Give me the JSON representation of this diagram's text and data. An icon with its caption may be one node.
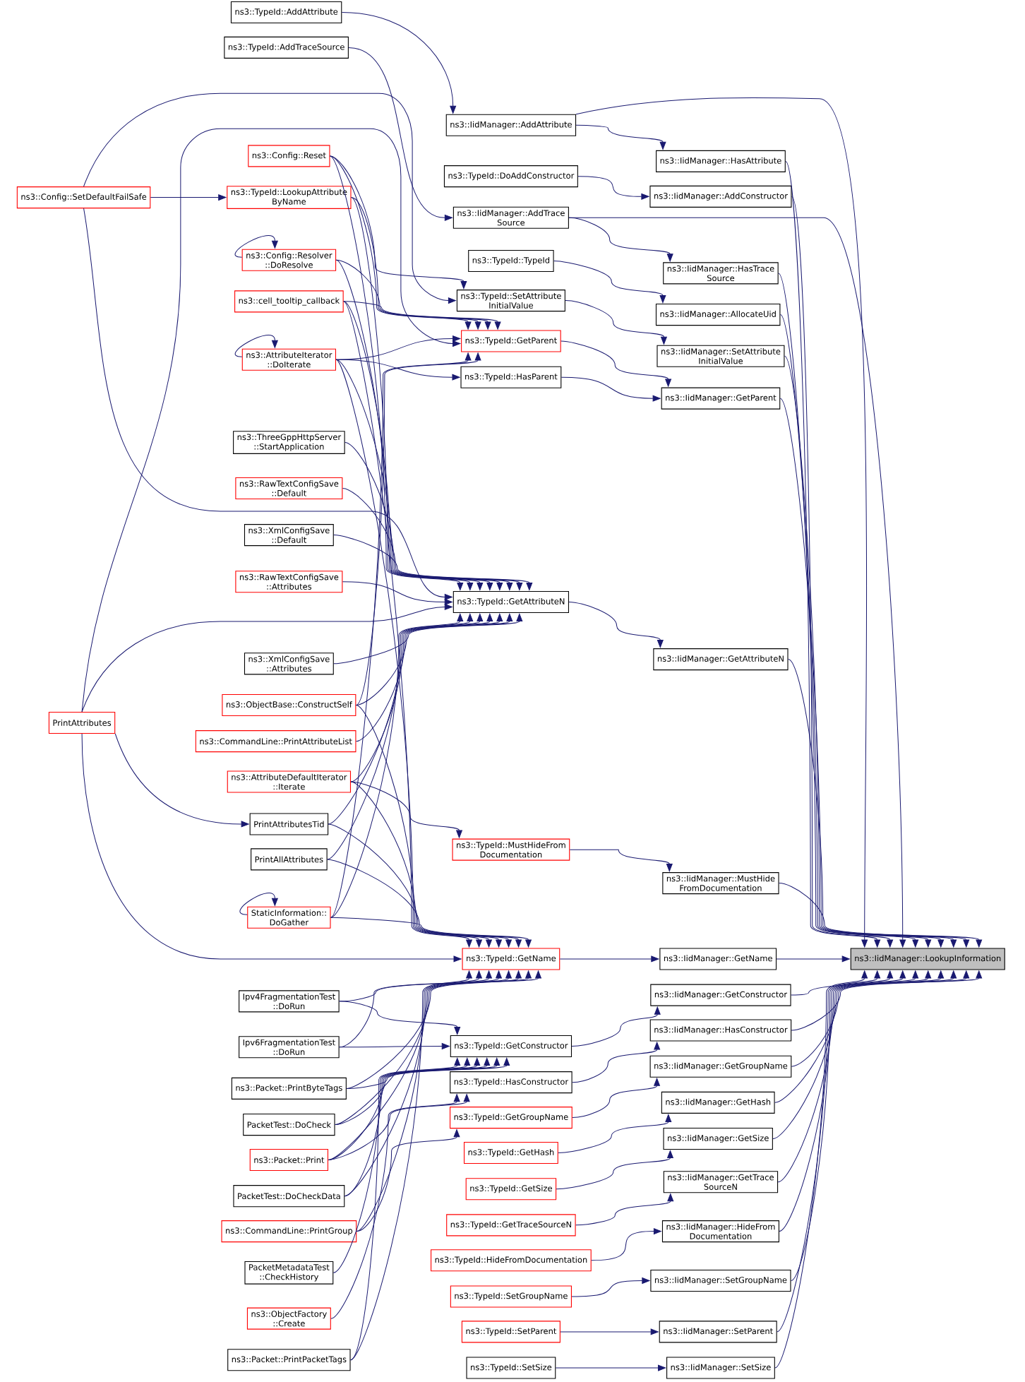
{
  "diagram": {
    "nodes": [
      {
        "text": [
          "ns3::TypeId::AddAttribute"
        ]
      },
      {
        "text": [
          "ns3::TypeId::AddTraceSource"
        ]
      },
      {
        "text": [
          "ns3::IidManager::AddAttribute"
        ]
      },
      {
        "text": [
          "ns3::Config::Reset"
        ]
      },
      {
        "text": [
          "ns3::IidManager::HasAttribute"
        ]
      },
      {
        "text": [
          "ns3::TypeId::DoAddConstructor"
        ]
      },
      {
        "text": [
          "ns3::IidManager::AddConstructor"
        ]
      },
      {
        "text": [
          "ns3::Config::SetDefaultFailSafe"
        ]
      },
      {
        "text": [
          "ns3::TypeId::LookupAttribute ByName"
        ]
      },
      {
        "text": [
          "ns3::IidManager::AddTrace Source"
        ]
      },
      {
        "text": [
          "ns3::Config::Resolver ::DoResolve"
        ]
      },
      {
        "text": [
          "ns3::TypeId::TypeId"
        ]
      },
      {
        "text": [
          "ns3::IidManager::HasTrace Source"
        ]
      },
      {
        "text": [
          "ns3::TypeId::SetAttribute InitialValue"
        ]
      },
      {
        "text": [
          "ns3::cell_tooltip_callback"
        ]
      },
      {
        "text": [
          "ns3::IidManager::AllocateUid"
        ]
      },
      {
        "text": [
          "ns3::TypeId::GetParent"
        ]
      },
      {
        "text": [
          "ns3::IidManager::SetAttribute InitialValue"
        ]
      },
      {
        "text": [
          "ns3::AttributeIterator ::DoIterate"
        ]
      },
      {
        "text": [
          "ns3::TypeId::HasParent"
        ]
      },
      {
        "text": [
          "ns3::IidManager::GetParent"
        ]
      },
      {
        "text": [
          "ns3::ThreeGppHttpServer ::StartApplication"
        ]
      },
      {
        "text": [
          "ns3::RawTextConfigSave ::Default"
        ]
      },
      {
        "text": [
          "ns3::XmlConfigSave ::Default"
        ]
      },
      {
        "text": [
          "ns3::RawTextConfigSave ::Attributes"
        ]
      },
      {
        "text": [
          "ns3::TypeId::GetAttributeN"
        ]
      },
      {
        "text": [
          "ns3::IidManager::GetAttributeN"
        ]
      },
      {
        "text": [
          "ns3::XmlConfigSave ::Attributes"
        ]
      },
      {
        "text": [
          "ns3::ObjectBase::ConstructSelf"
        ]
      },
      {
        "text": [
          "PrintAttributes"
        ]
      },
      {
        "text": [
          "ns3::CommandLine::PrintAttributeList"
        ]
      },
      {
        "text": [
          "ns3::AttributeDefaultIterator ::Iterate"
        ]
      },
      {
        "text": [
          "PrintAttributesTid"
        ]
      },
      {
        "text": [
          "ns3::TypeId::MustHideFrom Documentation"
        ]
      },
      {
        "text": [
          "PrintAllAttributes"
        ]
      },
      {
        "text": [
          "ns3::IidManager::MustHide FromDocumentation"
        ]
      },
      {
        "text": [
          "StaticInformation:: DoGather"
        ]
      },
      {
        "text": [
          "ns3::TypeId::GetName"
        ]
      },
      {
        "text": [
          "ns3::IidManager::GetName"
        ]
      },
      {
        "text": [
          "ns3::IidManager::LookupInformation"
        ]
      },
      {
        "text": [
          "ns3::IidManager::GetConstructor"
        ]
      },
      {
        "text": [
          "Ipv4FragmentationTest ::DoRun"
        ]
      },
      {
        "text": [
          "ns3::IidManager::HasConstructor"
        ]
      },
      {
        "text": [
          "ns3::TypeId::GetConstructor"
        ]
      },
      {
        "text": [
          "Ipv6FragmentationTest ::DoRun"
        ]
      },
      {
        "text": [
          "ns3::IidManager::GetGroupName"
        ]
      },
      {
        "text": [
          "ns3::TypeId::HasConstructor"
        ]
      },
      {
        "text": [
          "ns3::Packet::PrintByteTags"
        ]
      },
      {
        "text": [
          "ns3::IidManager::GetHash"
        ]
      },
      {
        "text": [
          "ns3::TypeId::GetGroupName"
        ]
      },
      {
        "text": [
          "PacketTest::DoCheck"
        ]
      },
      {
        "text": [
          "ns3::IidManager::GetSize"
        ]
      },
      {
        "text": [
          "ns3::TypeId::GetHash"
        ]
      },
      {
        "text": [
          "ns3::Packet::Print"
        ]
      },
      {
        "text": [
          "ns3::IidManager::GetTrace SourceN"
        ]
      },
      {
        "text": [
          "ns3::TypeId::GetSize"
        ]
      },
      {
        "text": [
          "PacketTest::DoCheckData"
        ]
      },
      {
        "text": [
          "ns3::TypeId::GetTraceSourceN"
        ]
      },
      {
        "text": [
          "ns3::IidManager::HideFrom Documentation"
        ]
      },
      {
        "text": [
          "ns3::CommandLine::PrintGroup"
        ]
      },
      {
        "text": [
          "ns3::TypeId::HideFromDocumentation"
        ]
      },
      {
        "text": [
          "PacketMetadataTest ::CheckHistory"
        ]
      },
      {
        "text": [
          "ns3::IidManager::SetGroupName"
        ]
      },
      {
        "text": [
          "ns3::TypeId::SetGroupName"
        ]
      },
      {
        "text": [
          "ns3::ObjectFactory ::Create"
        ]
      },
      {
        "text": [
          "ns3::IidManager::SetParent"
        ]
      },
      {
        "text": [
          "ns3::TypeId::SetParent"
        ]
      },
      {
        "text": [
          "ns3::Packet::PrintPacketTags"
        ]
      },
      {
        "text": [
          "ns3::IidManager::SetSize"
        ]
      },
      {
        "text": [
          "ns3::TypeId::SetSize"
        ]
      }
    ],
    "edges": [
      {
        "from": 2,
        "to": 39,
        "arrow": "to"
      },
      {
        "from": 4,
        "to": 39,
        "arrow": "to"
      },
      {
        "from": 6,
        "to": 39,
        "arrow": "to"
      },
      {
        "from": 9,
        "to": 39,
        "arrow": "to"
      },
      {
        "from": 12,
        "to": 39,
        "arrow": "to"
      },
      {
        "from": 15,
        "to": 39,
        "arrow": "to"
      },
      {
        "from": 17,
        "to": 39,
        "arrow": "to"
      },
      {
        "from": 20,
        "to": 39,
        "arrow": "to"
      },
      {
        "from": 26,
        "to": 39,
        "arrow": "to"
      },
      {
        "from": 35,
        "to": 39,
        "arrow": "to"
      },
      {
        "from": 38,
        "to": 39,
        "arrow": "to"
      },
      {
        "from": 40,
        "to": 39,
        "arrow": "to"
      },
      {
        "from": 42,
        "to": 39,
        "arrow": "to"
      },
      {
        "from": 45,
        "to": 39,
        "arrow": "to"
      },
      {
        "from": 48,
        "to": 39,
        "arrow": "to"
      },
      {
        "from": 51,
        "to": 39,
        "arrow": "to"
      },
      {
        "from": 54,
        "to": 39,
        "arrow": "to"
      },
      {
        "from": 58,
        "to": 39,
        "arrow": "to"
      },
      {
        "from": 62,
        "to": 39,
        "arrow": "to"
      },
      {
        "from": 65,
        "to": 39,
        "arrow": "to"
      },
      {
        "from": 68,
        "to": 39,
        "arrow": "to"
      },
      {
        "from": 2,
        "to": 4,
        "arrow": "to"
      },
      {
        "from": 0,
        "to": 2,
        "arrow": "to"
      },
      {
        "from": 5,
        "to": 6,
        "arrow": "to"
      },
      {
        "from": 1,
        "to": 9,
        "arrow": "to"
      },
      {
        "from": 9,
        "to": 12,
        "arrow": "to"
      },
      {
        "from": 11,
        "to": 15,
        "arrow": "to"
      },
      {
        "from": 13,
        "to": 17,
        "arrow": "to"
      },
      {
        "from": 16,
        "to": 20,
        "arrow": "to"
      },
      {
        "from": 19,
        "to": 20,
        "arrow": "to"
      },
      {
        "from": 25,
        "to": 26,
        "arrow": "to"
      },
      {
        "from": 33,
        "to": 35,
        "arrow": "to"
      },
      {
        "from": 37,
        "to": 38,
        "arrow": "to"
      },
      {
        "from": 43,
        "to": 40,
        "arrow": "to"
      },
      {
        "from": 46,
        "to": 42,
        "arrow": "to"
      },
      {
        "from": 49,
        "to": 45,
        "arrow": "to"
      },
      {
        "from": 52,
        "to": 48,
        "arrow": "to"
      },
      {
        "from": 55,
        "to": 51,
        "arrow": "to"
      },
      {
        "from": 57,
        "to": 54,
        "arrow": "to"
      },
      {
        "from": 60,
        "to": 58,
        "arrow": "to"
      },
      {
        "from": 63,
        "to": 62,
        "arrow": "to"
      },
      {
        "from": 66,
        "to": 65,
        "arrow": "to"
      },
      {
        "from": 69,
        "to": 68,
        "arrow": "to"
      },
      {
        "from": 7,
        "to": 8,
        "arrow": "to"
      },
      {
        "from": 7,
        "to": 13,
        "arrow": "to"
      },
      {
        "from": 7,
        "to": 25,
        "arrow": "to"
      },
      {
        "from": 8,
        "to": 16,
        "arrow": "to"
      },
      {
        "from": 8,
        "to": 25,
        "arrow": "to"
      },
      {
        "from": 3,
        "to": 16,
        "arrow": "to"
      },
      {
        "from": 3,
        "to": 13,
        "arrow": "to"
      },
      {
        "from": 3,
        "to": 25,
        "arrow": "to"
      },
      {
        "from": 10,
        "to": 10,
        "arrow": "to"
      },
      {
        "from": 10,
        "to": 16,
        "arrow": "to"
      },
      {
        "from": 10,
        "to": 25,
        "arrow": "to"
      },
      {
        "from": 14,
        "to": 16,
        "arrow": "to"
      },
      {
        "from": 14,
        "to": 25,
        "arrow": "to"
      },
      {
        "from": 14,
        "to": 37,
        "arrow": "to"
      },
      {
        "from": 18,
        "to": 18,
        "arrow": "to"
      },
      {
        "from": 18,
        "to": 16,
        "arrow": "to"
      },
      {
        "from": 18,
        "to": 19,
        "arrow": "to"
      },
      {
        "from": 18,
        "to": 25,
        "arrow": "to"
      },
      {
        "from": 18,
        "to": 37,
        "arrow": "to"
      },
      {
        "from": 21,
        "to": 25,
        "arrow": "to"
      },
      {
        "from": 22,
        "to": 25,
        "arrow": "to"
      },
      {
        "from": 23,
        "to": 25,
        "arrow": "to"
      },
      {
        "from": 24,
        "to": 25,
        "arrow": "to"
      },
      {
        "from": 27,
        "to": 25,
        "arrow": "to"
      },
      {
        "from": 28,
        "to": 16,
        "arrow": "to"
      },
      {
        "from": 28,
        "to": 25,
        "arrow": "to"
      },
      {
        "from": 28,
        "to": 37,
        "arrow": "to"
      },
      {
        "from": 29,
        "to": 25,
        "arrow": "to"
      },
      {
        "from": 29,
        "to": 37,
        "arrow": "to"
      },
      {
        "from": 29,
        "to": 32,
        "arrow": "to"
      },
      {
        "from": 29,
        "to": 16,
        "arrow": "to"
      },
      {
        "from": 30,
        "to": 25,
        "arrow": "to"
      },
      {
        "from": 31,
        "to": 25,
        "arrow": "to"
      },
      {
        "from": 31,
        "to": 33,
        "arrow": "to"
      },
      {
        "from": 31,
        "to": 37,
        "arrow": "to"
      },
      {
        "from": 32,
        "to": 25,
        "arrow": "to"
      },
      {
        "from": 32,
        "to": 37,
        "arrow": "to"
      },
      {
        "from": 34,
        "to": 25,
        "arrow": "to"
      },
      {
        "from": 34,
        "to": 37,
        "arrow": "to"
      },
      {
        "from": 36,
        "to": 36,
        "arrow": "to"
      },
      {
        "from": 36,
        "to": 16,
        "arrow": "to"
      },
      {
        "from": 36,
        "to": 25,
        "arrow": "to"
      },
      {
        "from": 36,
        "to": 37,
        "arrow": "to"
      },
      {
        "from": 41,
        "to": 37,
        "arrow": "to"
      },
      {
        "from": 41,
        "to": 43,
        "arrow": "to"
      },
      {
        "from": 44,
        "to": 37,
        "arrow": "to"
      },
      {
        "from": 44,
        "to": 43,
        "arrow": "to"
      },
      {
        "from": 47,
        "to": 37,
        "arrow": "to"
      },
      {
        "from": 47,
        "to": 43,
        "arrow": "to"
      },
      {
        "from": 50,
        "to": 37,
        "arrow": "to"
      },
      {
        "from": 50,
        "to": 43,
        "arrow": "to"
      },
      {
        "from": 53,
        "to": 37,
        "arrow": "to"
      },
      {
        "from": 53,
        "to": 43,
        "arrow": "to"
      },
      {
        "from": 53,
        "to": 46,
        "arrow": "to"
      },
      {
        "from": 56,
        "to": 37,
        "arrow": "to"
      },
      {
        "from": 56,
        "to": 43,
        "arrow": "to"
      },
      {
        "from": 59,
        "to": 37,
        "arrow": "to"
      },
      {
        "from": 59,
        "to": 49,
        "arrow": "to"
      },
      {
        "from": 61,
        "to": 43,
        "arrow": "to"
      },
      {
        "from": 64,
        "to": 46,
        "arrow": "to"
      },
      {
        "from": 67,
        "to": 37,
        "arrow": "to"
      },
      {
        "from": 67,
        "to": 43,
        "arrow": "to"
      }
    ]
  }
}
